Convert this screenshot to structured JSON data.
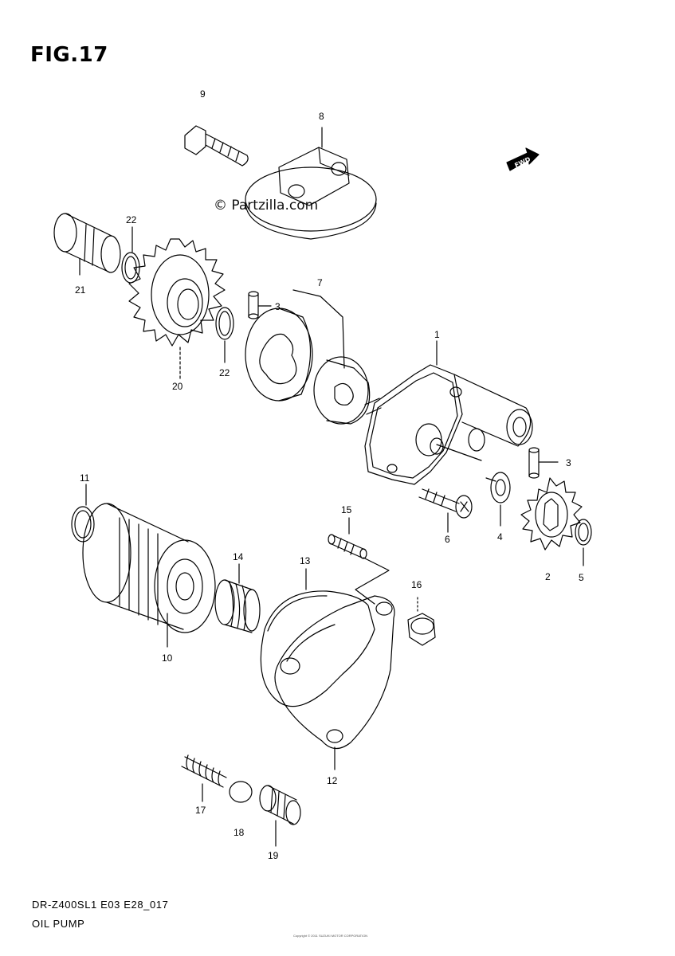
{
  "figure": {
    "title": "FIG.17",
    "watermark": "© Partzilla.com",
    "fwd_label": "FWD"
  },
  "callouts": {
    "p1": "1",
    "p2": "2",
    "p3a": "3",
    "p3b": "3",
    "p4": "4",
    "p5": "5",
    "p6": "6",
    "p7": "7",
    "p8": "8",
    "p9": "9",
    "p10": "10",
    "p11": "11",
    "p12": "12",
    "p13": "13",
    "p14": "14",
    "p15": "15",
    "p16": "16",
    "p17": "17",
    "p18": "18",
    "p19": "19",
    "p20": "20",
    "p21": "21",
    "p22a": "22",
    "p22b": "22"
  },
  "footer": {
    "code": "DR-Z400SL1 E03 E28_017",
    "name": "OIL PUMP",
    "copyright": "Copyright © 2011 SUZUKI MOTOR CORPORATION"
  }
}
